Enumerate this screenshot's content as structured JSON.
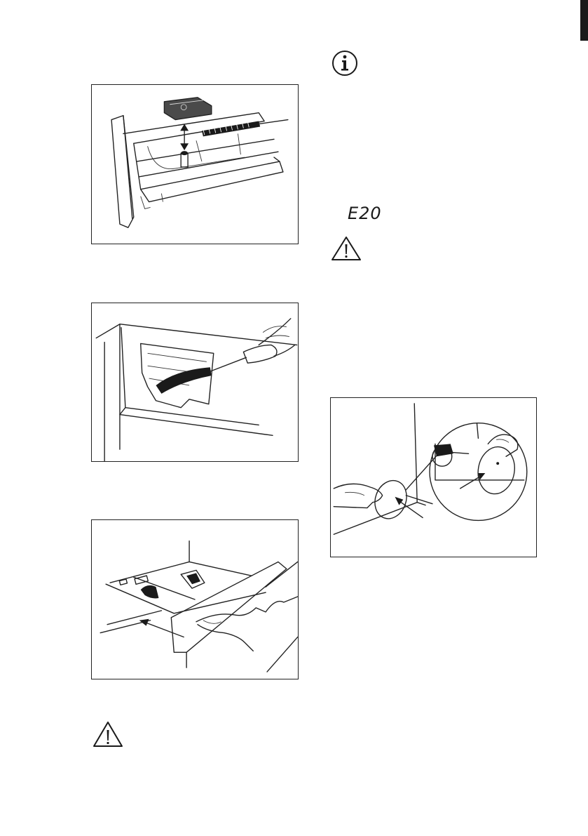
{
  "page": {
    "error_code": "E20"
  },
  "icons": {
    "info": "info-circle-icon",
    "warning": "warning-triangle-icon"
  },
  "figures": [
    {
      "id": "drawer-insert",
      "illustration": "detergent-drawer-insert-removal"
    },
    {
      "id": "brush-recess",
      "illustration": "dispenser-recess-brush-cleaning"
    },
    {
      "id": "push-drawer",
      "illustration": "drawer-reinsertion"
    },
    {
      "id": "pump-filter",
      "illustration": "emergency-emptying-filter-cover"
    }
  ]
}
